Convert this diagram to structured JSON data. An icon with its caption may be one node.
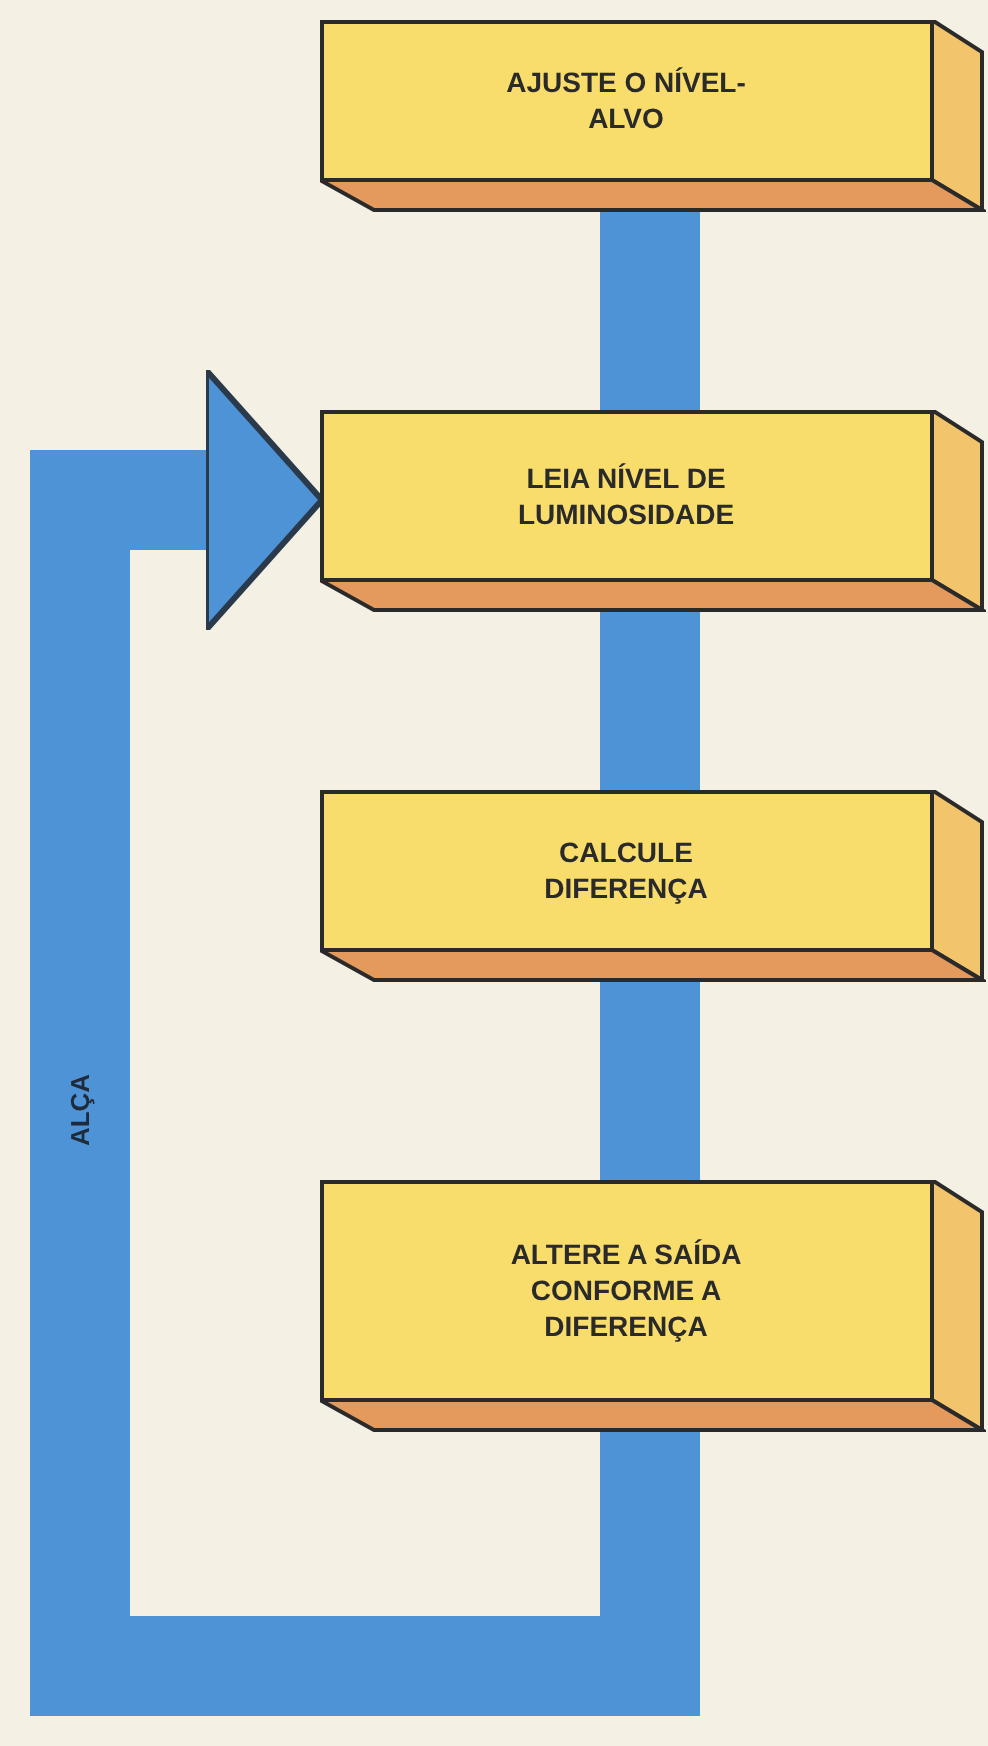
{
  "diagram": {
    "nodes": [
      {
        "text": [
          "AJUSTE O NÍVEL-ALVO"
        ]
      },
      {
        "text": [
          "LEIA NÍVEL DE LUMINOSIDADE"
        ]
      },
      {
        "text": [
          "CALCULE DIFERENÇA"
        ]
      },
      {
        "text": [
          "ALTERE A SAÍDA CONFORME A DIFERENÇA"
        ]
      }
    ],
    "edges": [
      {
        "from": 0,
        "to": 1,
        "arrow": "none"
      },
      {
        "from": 1,
        "to": 2,
        "arrow": "none"
      },
      {
        "from": 2,
        "to": 3,
        "arrow": "none"
      },
      {
        "from": 3,
        "to": 1,
        "arrow": "to",
        "label": "ALÇA"
      }
    ]
  }
}
